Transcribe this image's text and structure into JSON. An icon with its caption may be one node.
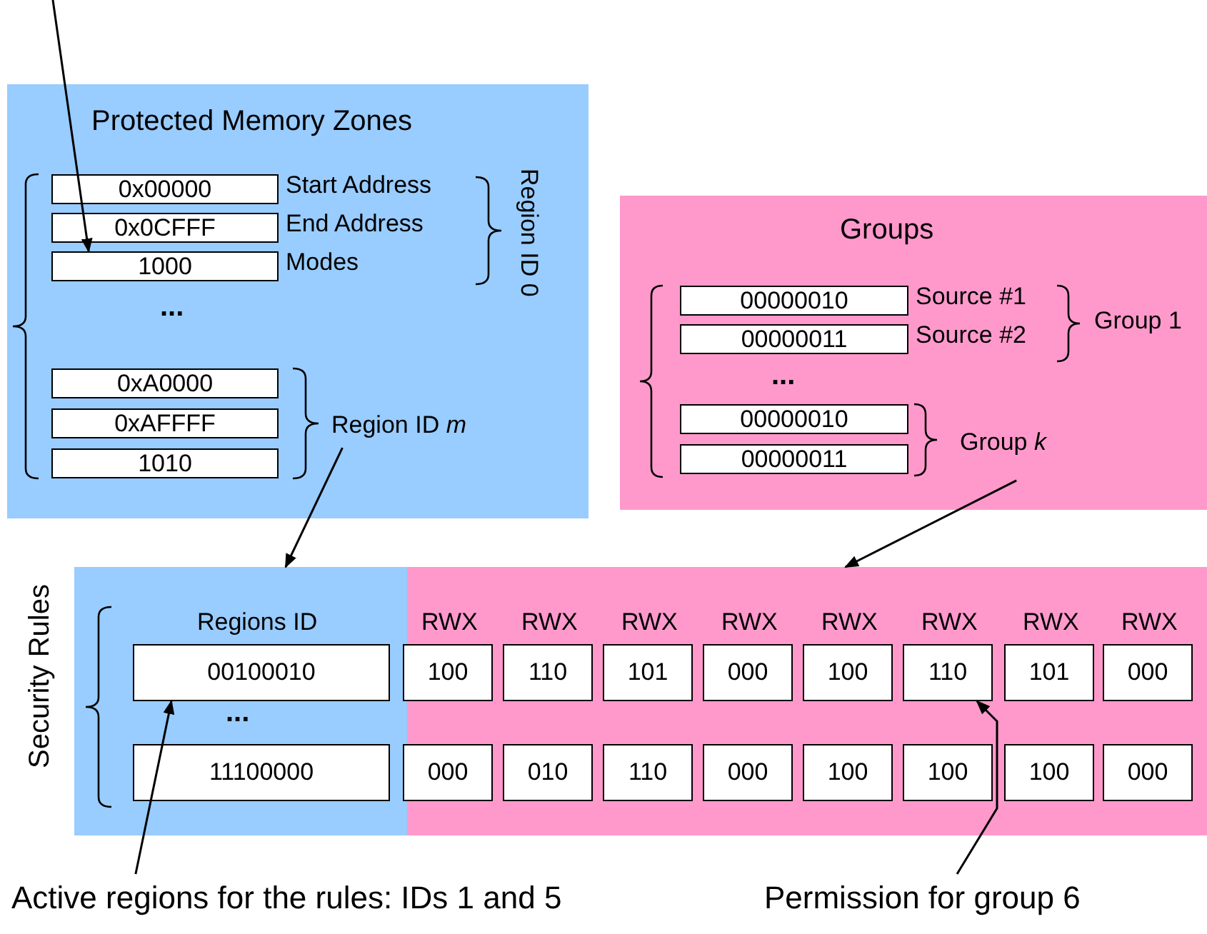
{
  "diagram": {
    "nodes": [
      {
        "text": [
          "Protected Memory Zones"
        ]
      },
      {
        "text": [
          "0x00000"
        ],
        "in": 0,
        "beside": [
          "Start Address"
        ]
      },
      {
        "text": [
          "0x0CFFF"
        ],
        "in": 0,
        "beside": [
          "End Address"
        ]
      },
      {
        "text": [
          "1000"
        ],
        "in": 0,
        "beside": [
          "Modes"
        ]
      },
      {
        "text": [
          "0xA0000"
        ],
        "in": 0
      },
      {
        "text": [
          "0xAFFFF"
        ],
        "in": 0
      },
      {
        "text": [
          "1010"
        ],
        "in": 0
      },
      {
        "text": [
          "Region ID *m*"
        ],
        "in": 0
      },
      {
        "text": [
          "Groups"
        ]
      },
      {
        "text": [
          "00000010"
        ],
        "in": 8,
        "beside": [
          "Source #1"
        ]
      },
      {
        "text": [
          "00000011"
        ],
        "in": 8,
        "beside": [
          "Source #2"
        ]
      },
      {
        "text": [
          "00000010"
        ],
        "in": 8
      },
      {
        "text": [
          "00000011"
        ],
        "in": 8
      },
      {
        "text": [
          "Group *k*"
        ],
        "in": 8
      },
      {
        "text": [
          "Security Rules"
        ]
      },
      {
        "text": [
          "Regions ID"
        ],
        "in": 14
      },
      {
        "text": [
          "RWX",
          "RWX",
          "RWX",
          "RWX",
          "RWX",
          "RWX",
          "RWX",
          "RWX"
        ],
        "in": 14
      },
      {
        "text": [
          "00100010"
        ],
        "in": 15
      },
      {
        "text": [
          "11100000"
        ],
        "in": 15
      },
      {
        "text": [
          "100"
        ],
        "in": 16
      },
      {
        "text": [
          "110"
        ],
        "in": 16
      },
      {
        "text": [
          "101"
        ],
        "in": 16
      },
      {
        "text": [
          "000"
        ],
        "in": 16
      },
      {
        "text": [
          "100"
        ],
        "in": 16
      },
      {
        "text": [
          "110"
        ],
        "in": 16
      },
      {
        "text": [
          "101"
        ],
        "in": 16
      },
      {
        "text": [
          "000"
        ],
        "in": 16
      },
      {
        "text": [
          "000"
        ],
        "in": 16
      },
      {
        "text": [
          "010"
        ],
        "in": 16
      },
      {
        "text": [
          "110"
        ],
        "in": 16
      },
      {
        "text": [
          "000"
        ],
        "in": 16
      },
      {
        "text": [
          "100"
        ],
        "in": 16
      },
      {
        "text": [
          "100"
        ],
        "in": 16
      },
      {
        "text": [
          "100"
        ],
        "in": 16
      },
      {
        "text": [
          "000"
        ],
        "in": 16
      },
      {
        "text": [
          "Active regions for the rules: IDs 1 and 5"
        ]
      },
      {
        "text": [
          "Permission for group 6"
        ]
      }
    ],
    "edges": [
      {
        "from": null,
        "to": 3,
        "arrow": "to"
      },
      {
        "from": 7,
        "to": 15,
        "arrow": "to"
      },
      {
        "from": 13,
        "to": 16,
        "arrow": "to"
      },
      {
        "from": 35,
        "to": 17,
        "arrow": "to"
      },
      {
        "from": 36,
        "to": 24,
        "arrow": "to"
      }
    ],
    "labels": [
      "Region ID 0",
      "...",
      "Group 1",
      "...",
      "..."
    ]
  }
}
